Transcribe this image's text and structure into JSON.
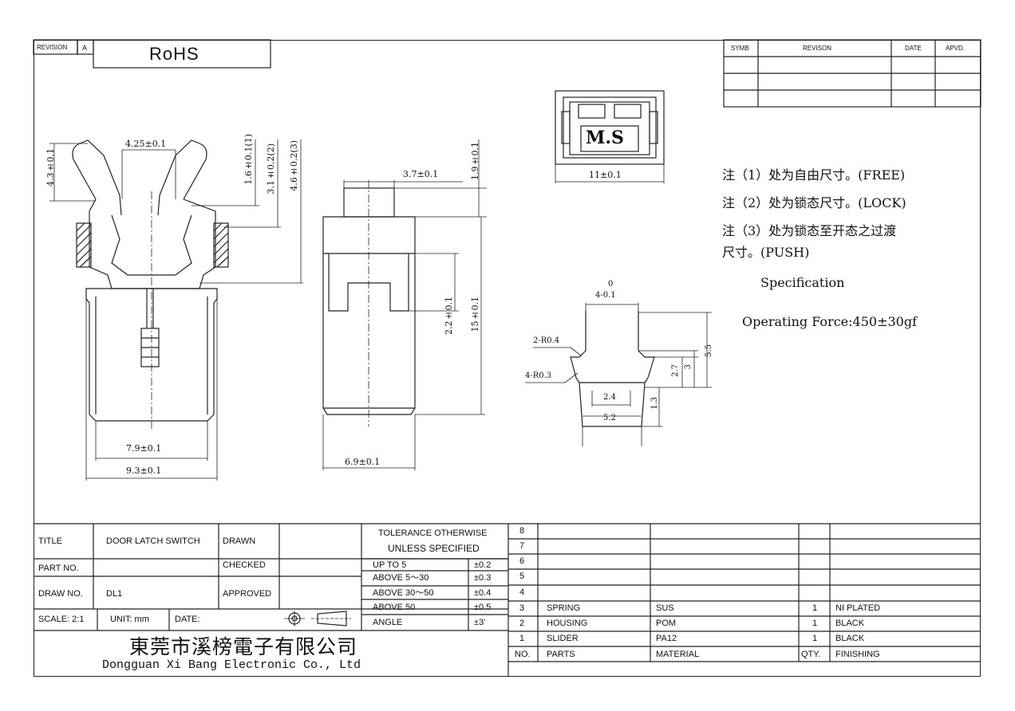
{
  "header": {
    "revision_label": "REVISION",
    "revision_value": "A",
    "rohs": "RoHS"
  },
  "revision_table": {
    "headers": [
      "SYMB",
      "REVISON",
      "DATE",
      "APVD."
    ]
  },
  "notes": {
    "note1": "注（1）处为自由尺寸。(FREE)",
    "note2": "注（2）处为锁态尺寸。(LOCK)",
    "note3_line1": "注（3）处为锁态至开态之过渡",
    "note3_line2": "尺寸。(PUSH)",
    "spec_title": "Specification",
    "operating_force": "Operating Force:450±30gf"
  },
  "front_view": {
    "dim_top_width": "4.25±0.1",
    "dim_left_height": "4.3±0.1",
    "dim_free": "1.6±0.1(1)",
    "dim_lock": "3.1±0.2(2)",
    "dim_push": "4.6±0.2(3)",
    "dim_inner_width": "7.9±0.1",
    "dim_outer_width": "9.3±0.1"
  },
  "side_view": {
    "dim_top_width": "3.7±0.1",
    "dim_top_height": "1.9±0.1",
    "dim_slot": "2.2±0.1",
    "dim_height": "15±0.1",
    "dim_width": "6.9±0.1"
  },
  "top_view": {
    "mark": "M.S",
    "dim_width": "11±0.1"
  },
  "profile_view": {
    "tol_upper": "0",
    "dim_top": "4-0.1",
    "radius1": "2-R0.4",
    "radius2": "4-R0.3",
    "dim_27": "2.7",
    "dim_3": "3",
    "dim_55": "5.5",
    "dim_24": "2.4",
    "dim_13": "1.3",
    "dim_52": "5.2"
  },
  "title_block": {
    "title_label": "TITLE",
    "title_value": "DOOR LATCH SWITCH",
    "drawn_label": "DRAWN",
    "part_label": "PART NO.",
    "checked_label": "CHECKED",
    "draw_label": "DRAW NO.",
    "draw_value": "DL1",
    "approved_label": "APPROVED",
    "scale_label": "SCALE: 2:1",
    "unit_label": "UNIT: mm",
    "date_label": "DATE:",
    "company_cn": "東莞市溪榜電子有限公司",
    "company_en": "Dongguan Xi Bang Electronic Co., Ltd"
  },
  "tolerance": {
    "header1": "TOLERANCE OTHERWISE",
    "header2": "UNLESS SPECIFIED",
    "rows": [
      {
        "range": "UP TO 5",
        "tol": "±0.2"
      },
      {
        "range": "ABOVE 5～30",
        "tol": "±0.3"
      },
      {
        "range": "ABOVE 30～50",
        "tol": "±0.4"
      },
      {
        "range": "ABOVE 50",
        "tol": "±0.5"
      },
      {
        "range": "ANGLE",
        "tol": "±3'"
      }
    ]
  },
  "parts_table": {
    "rows": [
      {
        "no": "8",
        "part": "",
        "material": "",
        "qty": "",
        "finishing": ""
      },
      {
        "no": "7",
        "part": "",
        "material": "",
        "qty": "",
        "finishing": ""
      },
      {
        "no": "6",
        "part": "",
        "material": "",
        "qty": "",
        "finishing": ""
      },
      {
        "no": "5",
        "part": "",
        "material": "",
        "qty": "",
        "finishing": ""
      },
      {
        "no": "4",
        "part": "",
        "material": "",
        "qty": "",
        "finishing": ""
      },
      {
        "no": "3",
        "part": "SPRING",
        "material": "SUS",
        "qty": "1",
        "finishing": "NI PLATED"
      },
      {
        "no": "2",
        "part": "HOUSING",
        "material": "POM",
        "qty": "1",
        "finishing": "BLACK"
      },
      {
        "no": "1",
        "part": "SLIDER",
        "material": "PA12",
        "qty": "1",
        "finishing": "BLACK"
      }
    ],
    "footer": {
      "no": "NO.",
      "part": "PARTS",
      "material": "MATERIAL",
      "qty": "QTY.",
      "finishing": "FINISHING"
    }
  }
}
